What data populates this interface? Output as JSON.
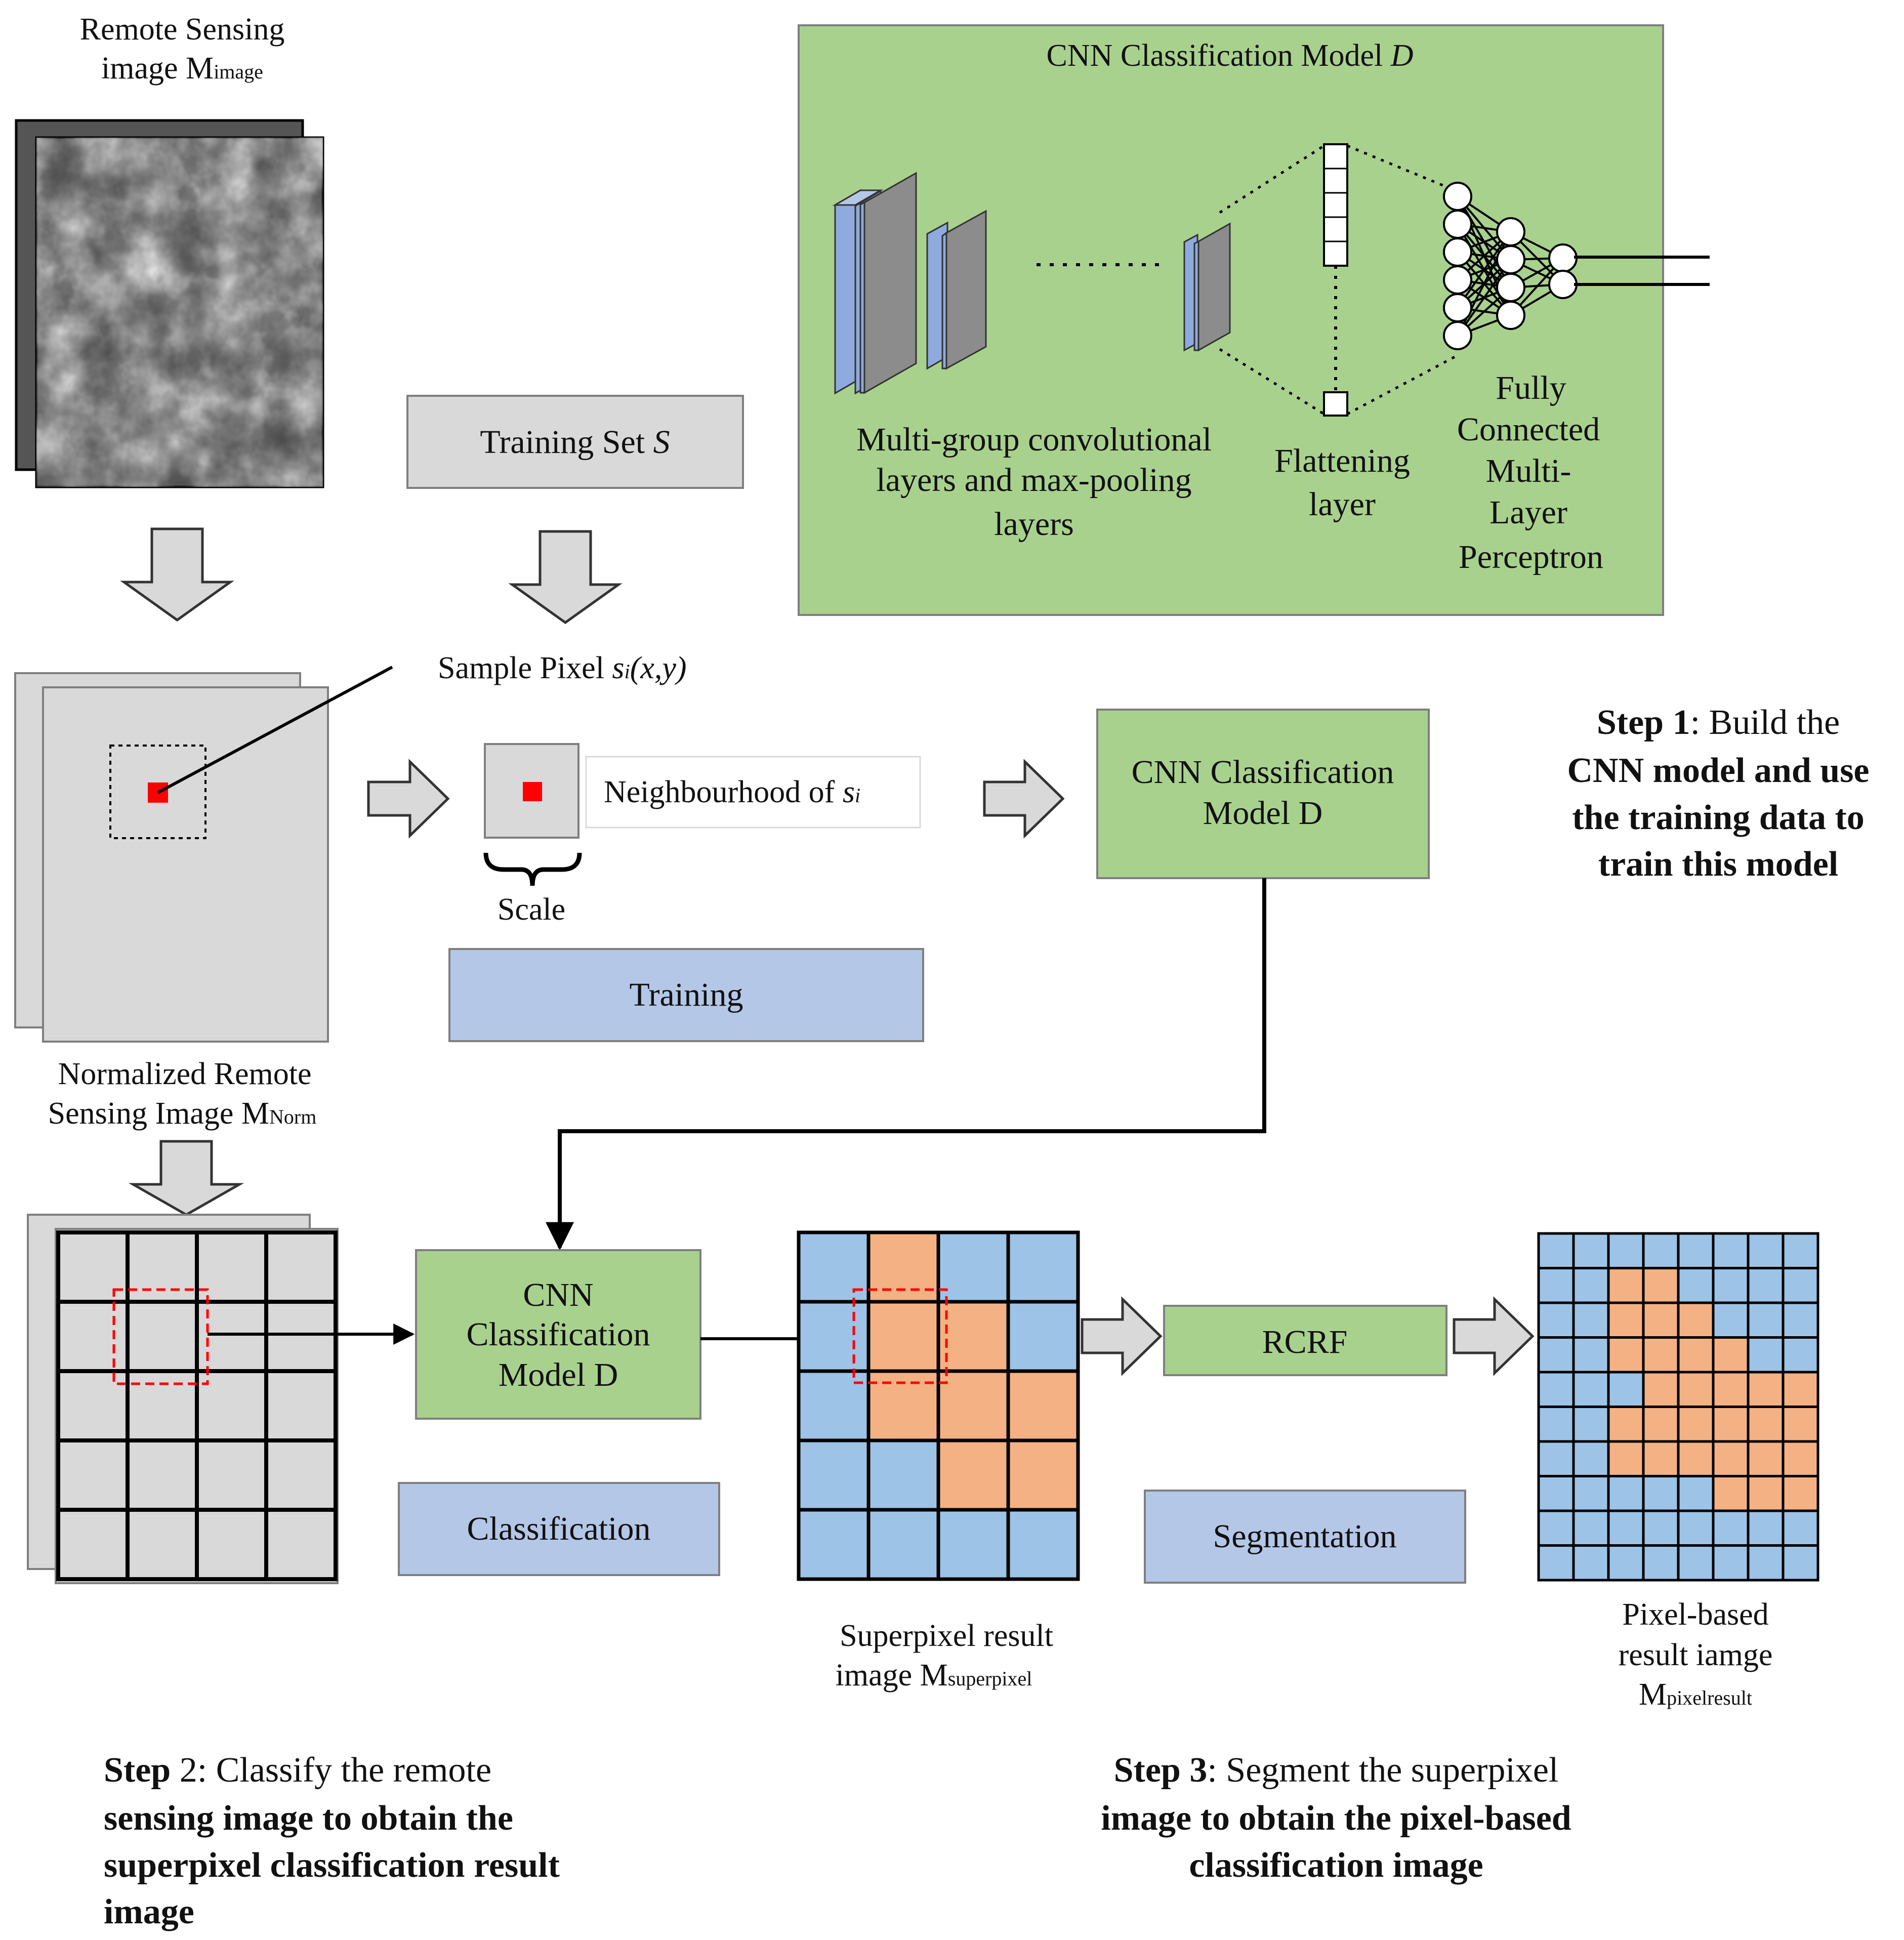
{
  "colors": {
    "green_fill": "#a9d18e",
    "blue_fill": "#b4c7e7",
    "gray_fill": "#d9d9d9",
    "cell_blue": "#9dc3e6",
    "cell_orange": "#f4b183",
    "marker_red": "#ff0000",
    "conv_blue": "#8faadc",
    "conv_gray": "#8c8c8c"
  },
  "icons": [
    "satellite-image-photo",
    "down-arrow-icon",
    "right-arrow-icon",
    "neuron-node"
  ],
  "inputs": {
    "remote_image_label": [
      "Remote Sensing",
      "image M"
    ],
    "remote_image_sub": "image",
    "training_set": "Training Set",
    "training_set_var": "S",
    "sample_pixel": "Sample Pixel",
    "sample_pixel_s": "s",
    "sample_pixel_i": "i",
    "sample_pixel_args": "(x,y)",
    "neighbourhood": "Neighbourhood of",
    "neighbourhood_s": "s",
    "neighbourhood_i": "i",
    "scale": "Scale",
    "training": "Training",
    "normalized_label": [
      "Normalized Remote",
      "Sensing Image M"
    ],
    "normalized_sub": "Norm"
  },
  "cnn_panel": {
    "title": "CNN Classification Model",
    "title_var": "D",
    "conv_label": [
      "Multi-group convolutional",
      "layers and max-pooling",
      "layers"
    ],
    "flatten_label": [
      "Flattening",
      "layer"
    ],
    "mlp_label": [
      "Fully",
      "Connected",
      "Multi-",
      "Layer",
      "Perceptron"
    ]
  },
  "step1": {
    "model_box": [
      "CNN Classification",
      "Model D"
    ],
    "caption_bold": "Step 1",
    "caption_first": ": Build the",
    "caption_rest": [
      "CNN model and use",
      "the training data to",
      "train this model"
    ]
  },
  "step2": {
    "model_box": [
      "CNN",
      "Classification",
      "Model D"
    ],
    "classification": "Classification",
    "caption_bold": "Step",
    "caption_first": "2: Classify the remote",
    "caption_rest": [
      "sensing image to obtain the",
      "superpixel classification result",
      "image"
    ]
  },
  "step3": {
    "rcrf": "RCRF",
    "segmentation": "Segmentation",
    "superpixel_label": [
      "Superpixel result",
      "image M"
    ],
    "superpixel_sub": "superpixel",
    "pixel_label": [
      "Pixel-based",
      "result iamge",
      "M"
    ],
    "pixel_sub": "pixelresult",
    "caption_bold": "Step 3",
    "caption_first": ": Segment the superpixel",
    "caption_rest": [
      "image to obtain the pixel-based",
      "classification image"
    ]
  },
  "grids": {
    "superpixel_orange": [
      [
        0,
        1
      ],
      [
        1,
        1
      ],
      [
        1,
        2
      ],
      [
        2,
        1
      ],
      [
        2,
        2
      ],
      [
        2,
        3
      ],
      [
        3,
        2
      ],
      [
        3,
        3
      ]
    ],
    "pixel_orange_rows": [
      [],
      [
        2,
        3
      ],
      [
        2,
        3,
        4
      ],
      [
        2,
        3,
        4,
        5
      ],
      [
        3,
        4,
        5,
        6,
        7
      ],
      [
        2,
        3,
        4,
        5,
        6,
        7
      ],
      [
        2,
        3,
        4,
        5,
        6,
        7
      ],
      [
        5,
        6,
        7
      ],
      [],
      []
    ]
  }
}
